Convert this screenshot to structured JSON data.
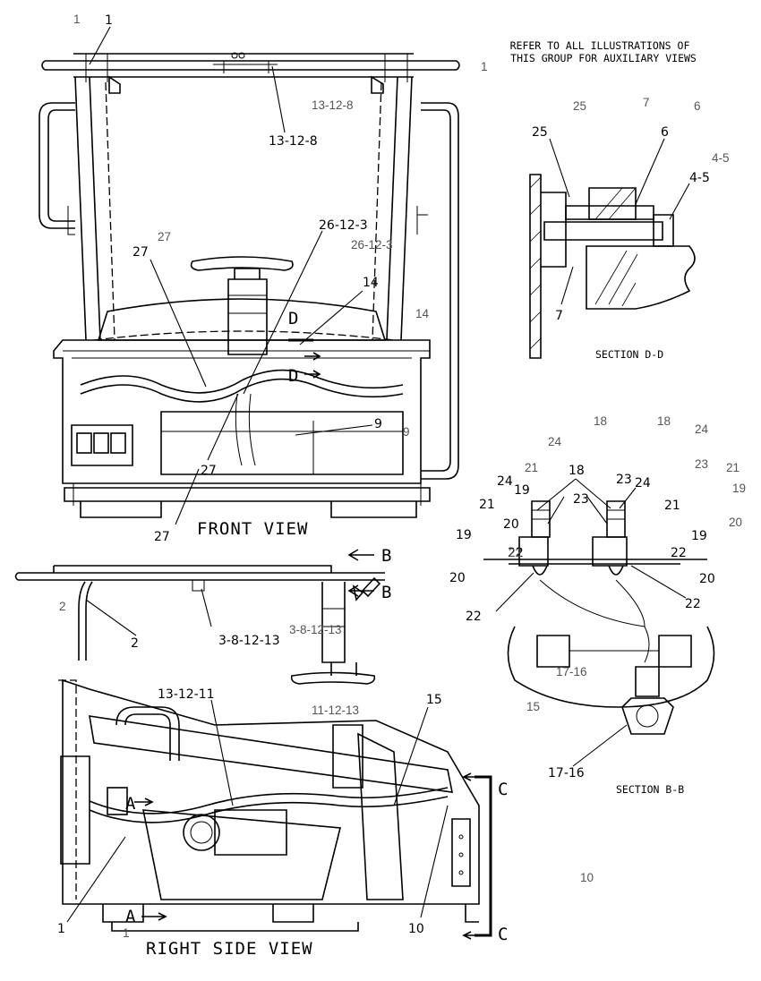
{
  "note": {
    "line1": "REFER TO ALL ILLUSTRATIONS OF",
    "line2": "THIS GROUP FOR AUXILIARY VIEWS"
  },
  "views": {
    "front": "FRONT VIEW",
    "right_side": "RIGHT SIDE VIEW",
    "section_dd": "SECTION D-D",
    "section_bb": "SECTION B-B"
  },
  "section_markers": {
    "d": "D",
    "b": "B",
    "c": "C",
    "a": "A"
  },
  "callouts": {
    "c1": "1",
    "c2": "2",
    "c3_8_12_13": "3-8-12-13",
    "c4_5": "4-5",
    "c6": "6",
    "c7": "7",
    "c9": "9",
    "c10": "10",
    "c11_12_13": "11-12-13",
    "c13_12_8": "13-12-8",
    "c13_12_11": "13-12-11",
    "c14": "14",
    "c15": "15",
    "c17_16": "17-16",
    "c18": "18",
    "c19": "19",
    "c20": "20",
    "c21": "21",
    "c22": "22",
    "c23": "23",
    "c24": "24",
    "c25": "25",
    "c26_12_3": "26-12-3",
    "c27": "27"
  },
  "overlay_labels": {
    "l1": "1",
    "l2": "2",
    "l3_8_12_13": "3-8-12-13",
    "l4_5": "4-5",
    "l6": "6",
    "l7": "7",
    "l9": "9",
    "l10": "10",
    "l11_12_13": "11-12-13",
    "l13_12_8": "13-12-8",
    "l14": "14",
    "l15": "15",
    "l17_16": "17-16",
    "l18": "18",
    "l19": "19",
    "l20": "20",
    "l21": "21",
    "l22": "22",
    "l23": "23",
    "l24": "24",
    "l25": "25",
    "l26_12_3": "26-12-3",
    "l27": "27"
  }
}
